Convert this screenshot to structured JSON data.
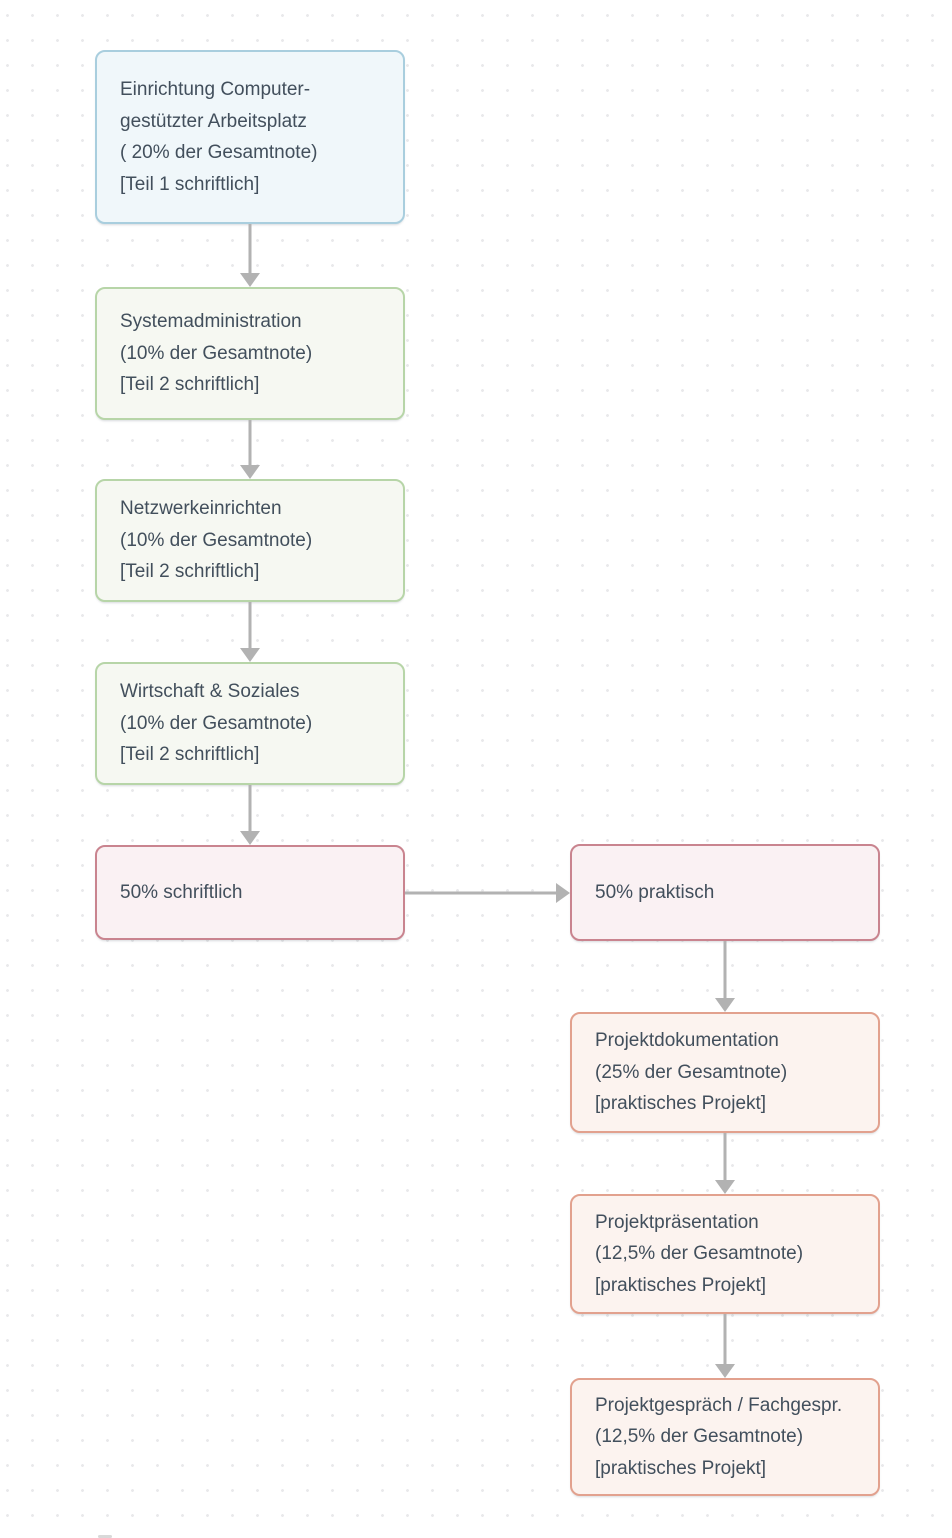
{
  "canvas": {
    "background_color": "#ffffff",
    "dot_grid_color": "#e9e9eb",
    "text_color": "#424f5c",
    "arrow_color": "#b2b2b2"
  },
  "palette": {
    "blue": {
      "border": "#a9cede",
      "fill": "#f0f7fa"
    },
    "green": {
      "border": "#b7d5a8",
      "fill": "#f6f8f2"
    },
    "rose": {
      "border": "#c9848f",
      "fill": "#faf1f3"
    },
    "salmon": {
      "border": "#e2a18e",
      "fill": "#fcf3ef"
    }
  },
  "nodes": {
    "einrichtung": {
      "color": "blue",
      "lines": [
        "Einrichtung Computer-",
        "gestützter Arbeitsplatz",
        "( 20% der Gesamtnote)",
        "[Teil 1 schriftlich]"
      ]
    },
    "systemadministration": {
      "color": "green",
      "lines": [
        "Systemadministration",
        "(10% der Gesamtnote)",
        "[Teil 2 schriftlich]"
      ]
    },
    "netzwerkeinrichten": {
      "color": "green",
      "lines": [
        "Netzwerkeinrichten",
        "(10% der Gesamtnote)",
        "[Teil 2 schriftlich]"
      ]
    },
    "wirtschaft_soziales": {
      "color": "green",
      "lines": [
        "Wirtschaft & Soziales",
        "(10% der Gesamtnote)",
        "[Teil 2 schriftlich]"
      ]
    },
    "schriftlich_50": {
      "color": "rose",
      "lines": [
        "50% schriftlich"
      ]
    },
    "praktisch_50": {
      "color": "rose",
      "lines": [
        "50% praktisch"
      ]
    },
    "projektdokumentation": {
      "color": "salmon",
      "lines": [
        "Projektdokumentation",
        "(25% der Gesamtnote)",
        "[praktisches Projekt]"
      ]
    },
    "projektpraesentation": {
      "color": "salmon",
      "lines": [
        "Projektpräsentation",
        "(12,5% der Gesamtnote)",
        "[praktisches Projekt]"
      ]
    },
    "projektgespraech": {
      "color": "salmon",
      "lines": [
        "Projektgespräch / Fachgespr.",
        "(12,5% der Gesamtnote)",
        "[praktisches Projekt]"
      ]
    }
  },
  "edges": [
    {
      "from": "einrichtung",
      "to": "systemadministration",
      "direction": "down"
    },
    {
      "from": "systemadministration",
      "to": "netzwerkeinrichten",
      "direction": "down"
    },
    {
      "from": "netzwerkeinrichten",
      "to": "wirtschaft_soziales",
      "direction": "down"
    },
    {
      "from": "wirtschaft_soziales",
      "to": "schriftlich_50",
      "direction": "down"
    },
    {
      "from": "schriftlich_50",
      "to": "praktisch_50",
      "direction": "right"
    },
    {
      "from": "praktisch_50",
      "to": "projektdokumentation",
      "direction": "down"
    },
    {
      "from": "projektdokumentation",
      "to": "projektpraesentation",
      "direction": "down"
    },
    {
      "from": "projektpraesentation",
      "to": "projektgespraech",
      "direction": "down"
    }
  ]
}
